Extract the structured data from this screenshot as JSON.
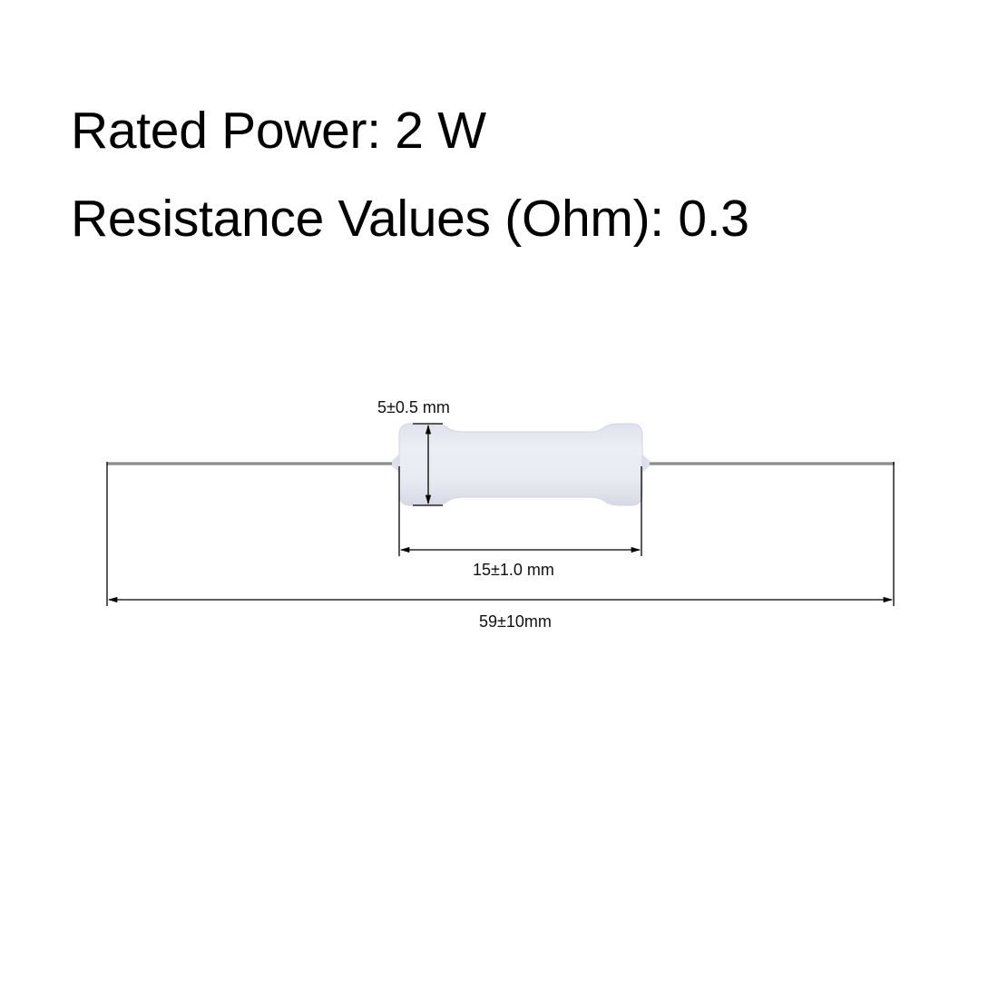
{
  "specs": {
    "rated_power": "Rated Power: 2 W",
    "resistance": "Resistance Values (Ohm): 0.3"
  },
  "diagram": {
    "subject": "wirewound cement resistor (axial leads)",
    "body_color": "#e6e8f0",
    "lead_color": "#9a9a9a",
    "dimension_line_color": "#000000",
    "dimensions": {
      "diameter": "5±0.5 mm",
      "body_length": "15±1.0 mm",
      "total_length": "59±10mm"
    }
  }
}
